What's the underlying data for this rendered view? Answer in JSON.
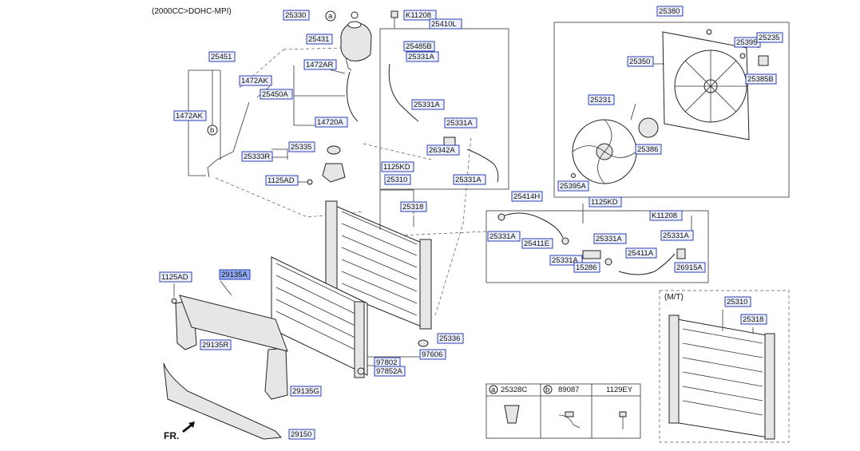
{
  "header": {
    "engine_spec": "(2000CC>DOHC-MPI)"
  },
  "selected_part": "29135A",
  "labels": [
    {
      "id": "l25330",
      "text": "25330"
    },
    {
      "id": "lK11208a",
      "text": "K11208"
    },
    {
      "id": "l25410L",
      "text": "25410L"
    },
    {
      "id": "l25431",
      "text": "25431"
    },
    {
      "id": "l25485B",
      "text": "25485B"
    },
    {
      "id": "l25331Aa",
      "text": "25331A"
    },
    {
      "id": "l25451",
      "text": "25451"
    },
    {
      "id": "l1472AR",
      "text": "1472AR"
    },
    {
      "id": "l1472AKa",
      "text": "1472AK"
    },
    {
      "id": "l25450A",
      "text": "25450A"
    },
    {
      "id": "l1472AKb",
      "text": "1472AK"
    },
    {
      "id": "l14720A",
      "text": "14720A"
    },
    {
      "id": "l25331Ab",
      "text": "25331A"
    },
    {
      "id": "l25331Ac",
      "text": "25331A"
    },
    {
      "id": "l26342A",
      "text": "26342A"
    },
    {
      "id": "l25335",
      "text": "25335"
    },
    {
      "id": "l25333R",
      "text": "25333R"
    },
    {
      "id": "l1125KDa",
      "text": "1125KD"
    },
    {
      "id": "l25331Ad",
      "text": "25331A"
    },
    {
      "id": "l1125ADa",
      "text": "1125AD"
    },
    {
      "id": "l25310a",
      "text": "25310"
    },
    {
      "id": "l25318a",
      "text": "25318"
    },
    {
      "id": "l25380",
      "text": "25380"
    },
    {
      "id": "l25395a",
      "text": "25395"
    },
    {
      "id": "l25235",
      "text": "25235"
    },
    {
      "id": "l25350",
      "text": "25350"
    },
    {
      "id": "l25385B",
      "text": "25385B"
    },
    {
      "id": "l25231",
      "text": "25231"
    },
    {
      "id": "l25386",
      "text": "25386"
    },
    {
      "id": "l25395A",
      "text": "25395A"
    },
    {
      "id": "l25414H",
      "text": "25414H"
    },
    {
      "id": "l1125KDb",
      "text": "1125KD"
    },
    {
      "id": "lK11208b",
      "text": "K11208"
    },
    {
      "id": "l25331Ae",
      "text": "25331A"
    },
    {
      "id": "l25411E",
      "text": "25411E"
    },
    {
      "id": "l25331Af",
      "text": "25331A"
    },
    {
      "id": "l25331Ag",
      "text": "25331A"
    },
    {
      "id": "l25331Ah",
      "text": "25331A"
    },
    {
      "id": "l25411A",
      "text": "25411A"
    },
    {
      "id": "l15286",
      "text": "15286"
    },
    {
      "id": "l26915A",
      "text": "26915A"
    },
    {
      "id": "l1125ADb",
      "text": "1125AD"
    },
    {
      "id": "l29135A",
      "text": "29135A"
    },
    {
      "id": "l29135R",
      "text": "29135R"
    },
    {
      "id": "l25336",
      "text": "25336"
    },
    {
      "id": "l97606",
      "text": "97606"
    },
    {
      "id": "l97802",
      "text": "97802"
    },
    {
      "id": "l97852A",
      "text": "97852A"
    },
    {
      "id": "l29135G",
      "text": "29135G"
    },
    {
      "id": "l29150",
      "text": "29150"
    },
    {
      "id": "l25310b",
      "text": "25310"
    },
    {
      "id": "l25318b",
      "text": "25318"
    }
  ],
  "mt_box": {
    "title": "(M/T)"
  },
  "legend": {
    "cols": [
      {
        "key": "a",
        "code": "25328C"
      },
      {
        "key": "b",
        "code": "89087"
      },
      {
        "key": "",
        "code": "1129EY"
      }
    ]
  },
  "direction": {
    "text": "FR."
  },
  "callouts": {
    "a": "a",
    "b": "b"
  }
}
